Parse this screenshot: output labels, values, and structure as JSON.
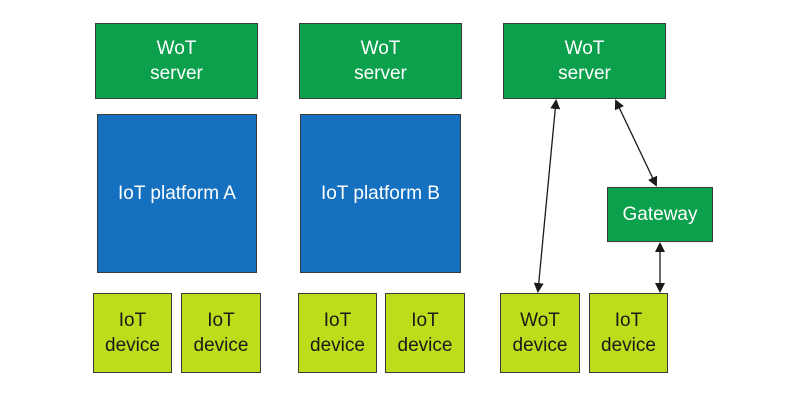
{
  "diagram": {
    "servers": [
      {
        "line1": "WoT",
        "line2": "server"
      },
      {
        "line1": "WoT",
        "line2": "server"
      },
      {
        "line1": "WoT",
        "line2": "server"
      }
    ],
    "platforms": [
      {
        "label": "IoT platform A"
      },
      {
        "label": "IoT platform B"
      }
    ],
    "gateway": {
      "label": "Gateway"
    },
    "devices": [
      {
        "line1": "IoT",
        "line2": "device"
      },
      {
        "line1": "IoT",
        "line2": "device"
      },
      {
        "line1": "IoT",
        "line2": "device"
      },
      {
        "line1": "IoT",
        "line2": "device"
      },
      {
        "line1": "WoT",
        "line2": "device"
      },
      {
        "line1": "IoT",
        "line2": "device"
      }
    ],
    "colors": {
      "server": "#0aa04c",
      "platform": "#1570bf",
      "device": "#bfdc1a",
      "arrow": "#1a1a1a"
    }
  }
}
